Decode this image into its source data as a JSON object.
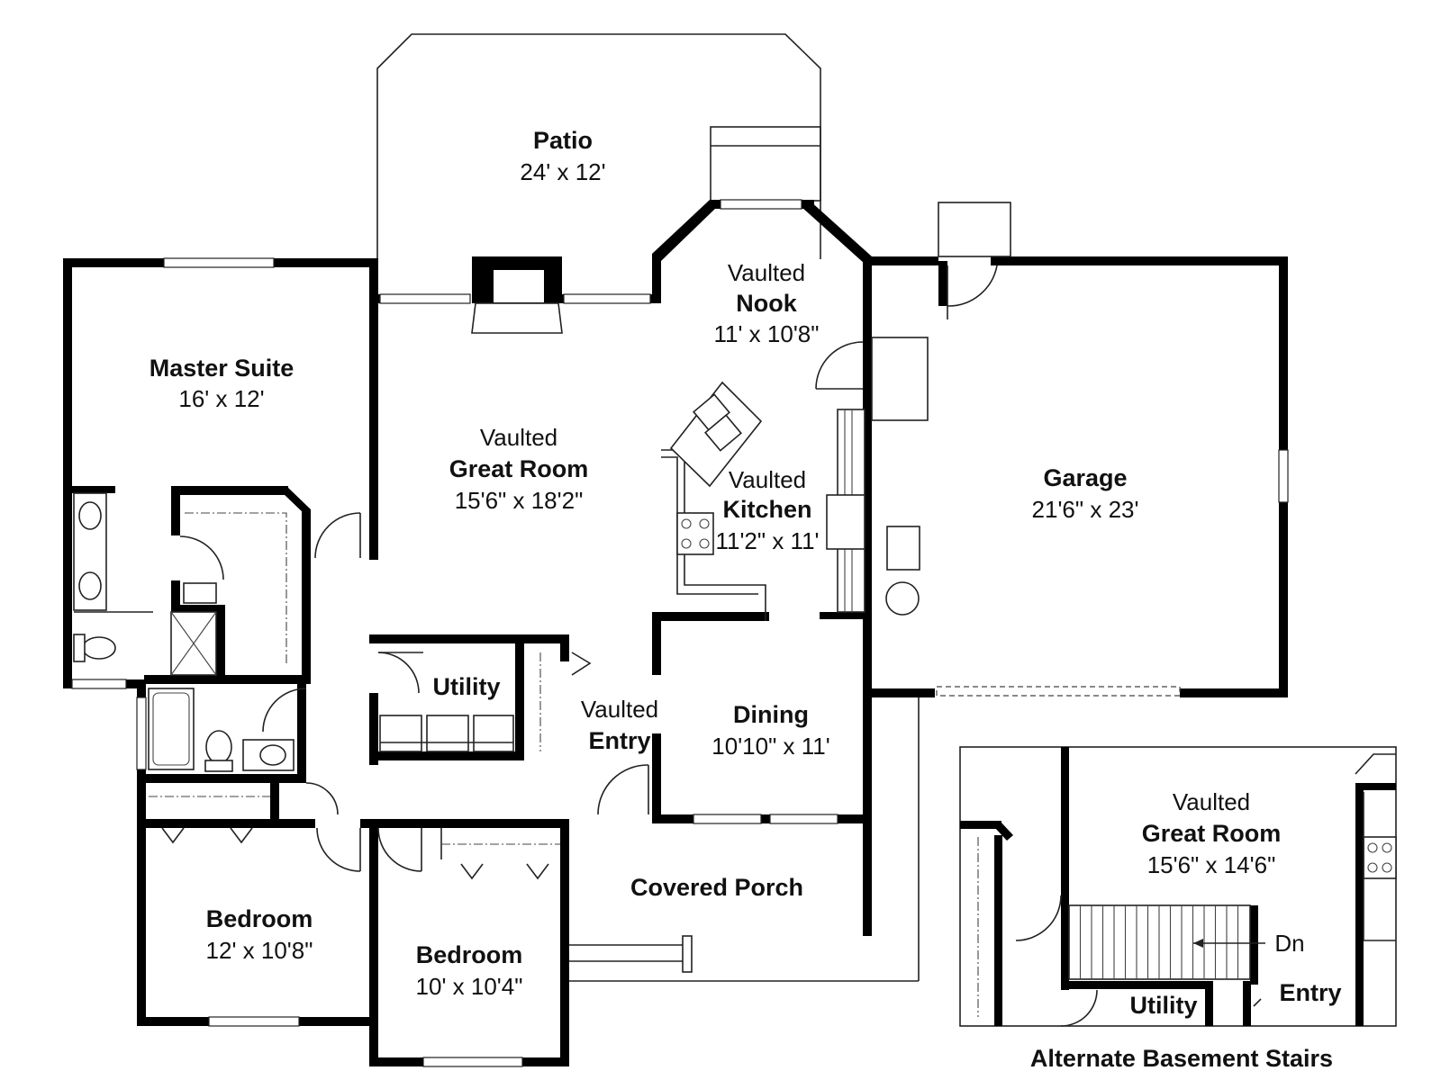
{
  "rooms": {
    "patio": {
      "name": "Patio",
      "size": "24' x 12'"
    },
    "nook": {
      "prefix": "Vaulted",
      "name": "Nook",
      "size": "11' x 10'8\""
    },
    "master": {
      "name": "Master Suite",
      "size": "16' x 12'"
    },
    "great": {
      "prefix": "Vaulted",
      "name": "Great Room",
      "size": "15'6\" x 18'2\""
    },
    "kitchen": {
      "prefix": "Vaulted",
      "name": "Kitchen",
      "size": "11'2\" x 11'"
    },
    "garage": {
      "name": "Garage",
      "size": "21'6\" x 23'"
    },
    "utility": {
      "name": "Utility"
    },
    "entry": {
      "prefix": "Vaulted",
      "name": "Entry"
    },
    "dining": {
      "name": "Dining",
      "size": "10'10\" x 11'"
    },
    "porch": {
      "name": "Covered Porch"
    },
    "bedroom1": {
      "name": "Bedroom",
      "size": "12' x 10'8\""
    },
    "bedroom2": {
      "name": "Bedroom",
      "size": "10' x 10'4\""
    }
  },
  "alternate": {
    "caption": "Alternate Basement Stairs",
    "great": {
      "prefix": "Vaulted",
      "name": "Great Room",
      "size": "15'6\" x 14'6\""
    },
    "down": "Dn",
    "utility": "Utility",
    "entry": "Entry"
  }
}
